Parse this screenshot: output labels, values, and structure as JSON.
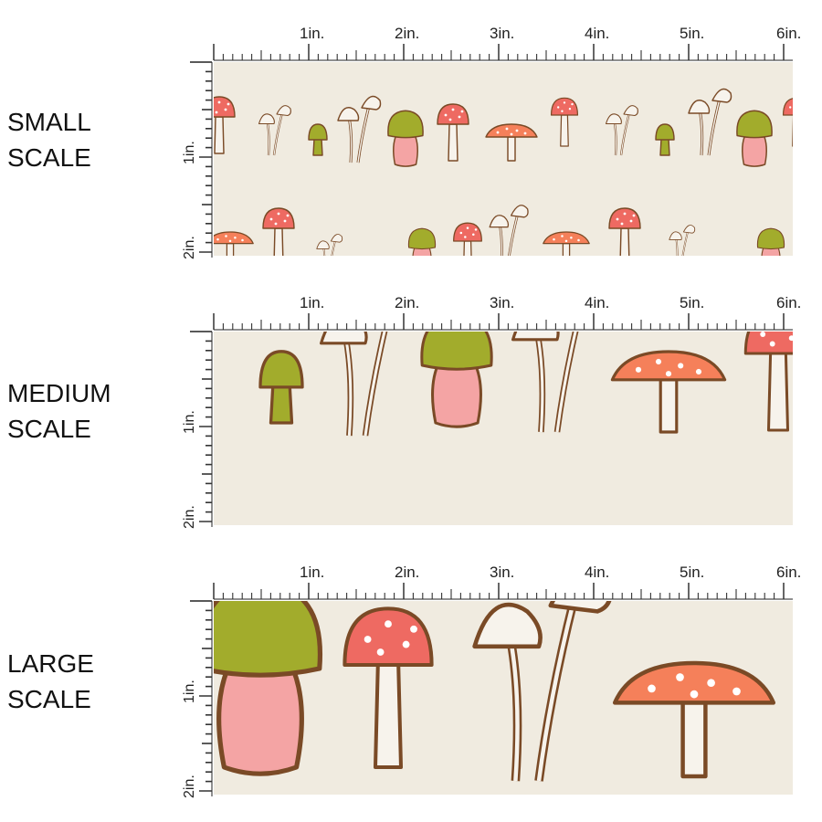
{
  "panels": [
    {
      "label_line1": "SMALL",
      "label_line2": "SCALE",
      "scale": 1
    },
    {
      "label_line1": "MEDIUM",
      "label_line2": "SCALE",
      "scale": 2
    },
    {
      "label_line1": "LARGE",
      "label_line2": "SCALE",
      "scale": 3
    }
  ],
  "ruler": {
    "horizontal_labels": [
      "1in.",
      "2in.",
      "3in.",
      "4in.",
      "5in.",
      "6in."
    ],
    "vertical_labels": [
      "1in.",
      "2in."
    ]
  },
  "colors": {
    "fabric": "#f0ebe0",
    "outline": "#7a4a26",
    "red_cap": "#ee6a62",
    "orange_cap": "#f5805a",
    "green_cap": "#a2ac2c",
    "pink_stem": "#f4a4a4",
    "white": "#f7f3ec"
  }
}
